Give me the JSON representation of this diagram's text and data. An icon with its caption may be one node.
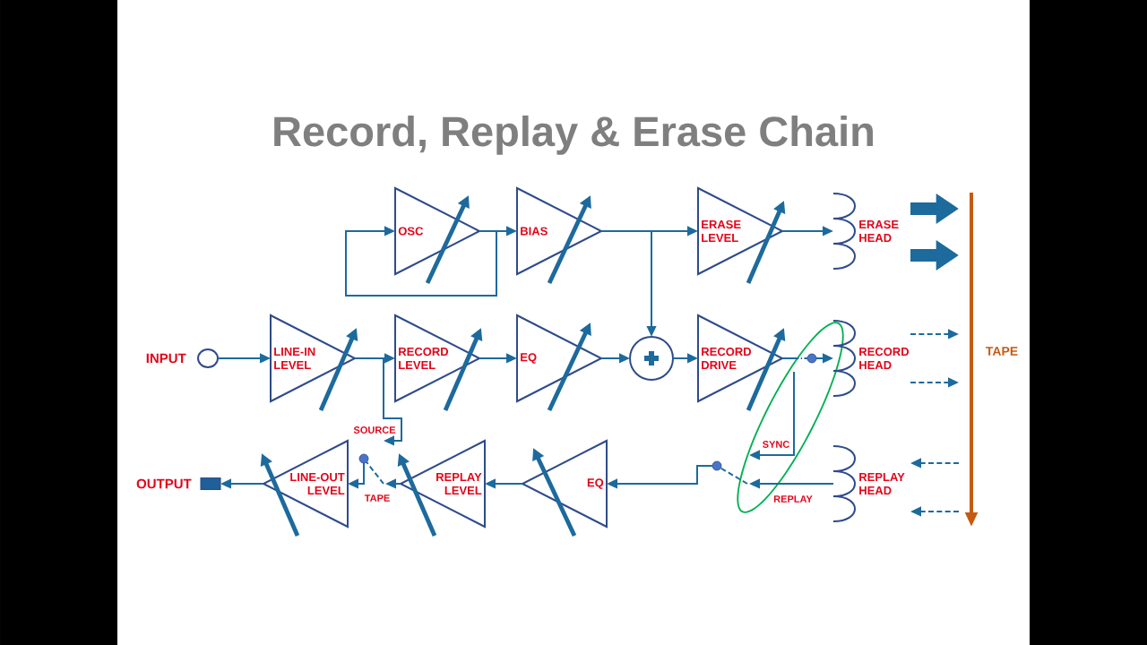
{
  "diagram": {
    "title": "Record, Replay & Erase Chain",
    "nodes": [
      {
        "text": [
          "OSC"
        ]
      },
      {
        "text": [
          "BIAS"
        ]
      },
      {
        "text": [
          "ERASE LEVEL"
        ]
      },
      {
        "text": [
          "ERASE HEAD"
        ]
      },
      {
        "text": [],
        "shape": "circle",
        "beside": [
          "INPUT"
        ]
      },
      {
        "text": [
          "LINE-IN LEVEL"
        ]
      },
      {
        "text": [
          "RECORD LEVEL"
        ]
      },
      {
        "text": [
          "EQ"
        ]
      },
      {
        "text": [],
        "shape": "circle"
      },
      {
        "text": [
          "RECORD DRIVE"
        ]
      },
      {
        "text": [],
        "shape": "switch"
      },
      {
        "text": [
          "RECORD HEAD"
        ]
      },
      {
        "text": [],
        "shape": "box",
        "beside": [
          "OUTPUT"
        ]
      },
      {
        "text": [
          "LINE-OUT LEVEL"
        ]
      },
      {
        "text": [],
        "shape": "switch"
      },
      {
        "text": [
          "REPLAY LEVEL"
        ]
      },
      {
        "text": [
          "EQ"
        ]
      },
      {
        "text": [],
        "shape": "switch"
      },
      {
        "text": [
          "REPLAY HEAD"
        ]
      }
    ],
    "edges": [
      {
        "from": 0,
        "to": 1,
        "arrow": "to"
      },
      {
        "from": 0,
        "to": 0,
        "arrow": "to"
      },
      {
        "from": 1,
        "to": 2,
        "arrow": "to"
      },
      {
        "from": 1,
        "to": 8,
        "arrow": "to"
      },
      {
        "from": 2,
        "to": 3,
        "arrow": "to"
      },
      {
        "from": 3,
        "to": null,
        "arrow": "to",
        "style": "thick"
      },
      {
        "from": 3,
        "to": null,
        "arrow": "to",
        "style": "thick"
      },
      {
        "from": 4,
        "to": 5,
        "arrow": "to"
      },
      {
        "from": 5,
        "to": 6,
        "arrow": "to"
      },
      {
        "from": 5,
        "to": 14,
        "arrow": "to",
        "label": "SOURCE"
      },
      {
        "from": 6,
        "to": 7,
        "arrow": "to"
      },
      {
        "from": 7,
        "to": 8,
        "arrow": "to"
      },
      {
        "from": 8,
        "to": 9,
        "arrow": "to"
      },
      {
        "from": 9,
        "to": 10,
        "arrow": "none"
      },
      {
        "from": 10,
        "to": 11,
        "arrow": "to"
      },
      {
        "from": 11,
        "to": null,
        "arrow": "to",
        "style": "dashed"
      },
      {
        "from": 11,
        "to": null,
        "arrow": "to",
        "style": "dashed"
      },
      {
        "from": 10,
        "to": 17,
        "arrow": "to",
        "label": "SYNC"
      },
      {
        "from": null,
        "to": 18,
        "arrow": "to",
        "style": "dashed"
      },
      {
        "from": null,
        "to": 18,
        "arrow": "to",
        "style": "dashed"
      },
      {
        "from": 18,
        "to": 17,
        "arrow": "to",
        "label": "REPLAY"
      },
      {
        "from": 17,
        "to": 16,
        "arrow": "to"
      },
      {
        "from": 16,
        "to": 15,
        "arrow": "to"
      },
      {
        "from": 15,
        "to": 14,
        "arrow": "to",
        "label": "TAPE"
      },
      {
        "from": 14,
        "to": 13,
        "arrow": "to"
      },
      {
        "from": 13,
        "to": 12,
        "arrow": "to"
      }
    ],
    "labels": [
      "TAPE"
    ]
  }
}
